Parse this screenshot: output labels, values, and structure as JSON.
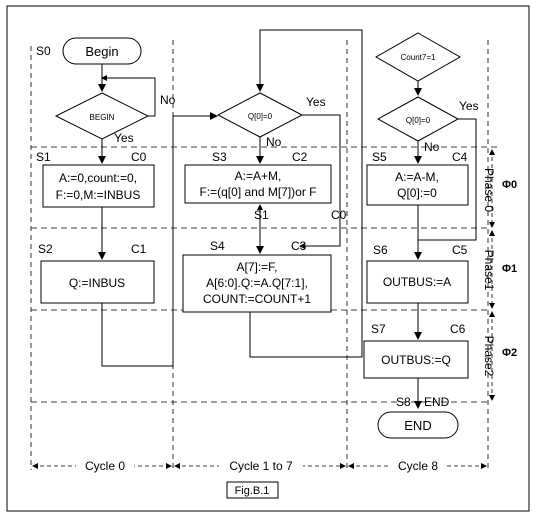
{
  "states": {
    "s0": "S0",
    "s1": "S1",
    "s2": "S2",
    "s3": "S3",
    "s4": "S4",
    "s5": "S5",
    "s6": "S6",
    "s7": "S7",
    "s8": "S8"
  },
  "controls": {
    "c0_left": "C0",
    "c1": "C1",
    "c2": "C2",
    "c0_mid": "C0",
    "c3": "C3",
    "c4": "C4",
    "c5": "C5",
    "c6": "C6"
  },
  "nodes": {
    "begin": "Begin",
    "end": "END",
    "end_marker": "END",
    "decision_begin": "BEGIN",
    "decision_q0_mid": "Q[0]=0",
    "decision_count7": "Count7=1",
    "decision_q0_right": "Q[0]=0",
    "box_s1": [
      "A:=0,count:=0,",
      "F:=0,M:=INBUS"
    ],
    "box_s2": [
      "Q:=INBUS"
    ],
    "box_s3": [
      "A:=A+M,",
      "F:=(q[0] and M[7])or F"
    ],
    "box_s4": [
      "A[7]:=F,",
      "A[6:0].Q:=A.Q[7:1],",
      "COUNT:=COUNT+1"
    ],
    "box_s5": [
      "A:=A-M,",
      "Q[0]:=0"
    ],
    "box_s6": [
      "OUTBUS:=A"
    ],
    "box_s7": [
      "OUTBUS:=Q"
    ]
  },
  "branch_labels": {
    "no_begin": "No",
    "yes_begin": "Yes",
    "yes_mid": "Yes",
    "no_mid": "No",
    "yes_right": "Yes",
    "no_right": "No"
  },
  "phases": {
    "phase0": "Phase 0",
    "phase1": "Phase1",
    "phase2": "Phase2",
    "phi0": "Φ0",
    "phi1": "Φ1",
    "phi2": "Φ2"
  },
  "cycles": {
    "cycle0": "Cycle 0",
    "cycle1_7": "Cycle 1 to 7",
    "cycle8": "Cycle 8"
  },
  "figure_label": "Fig.B.1"
}
